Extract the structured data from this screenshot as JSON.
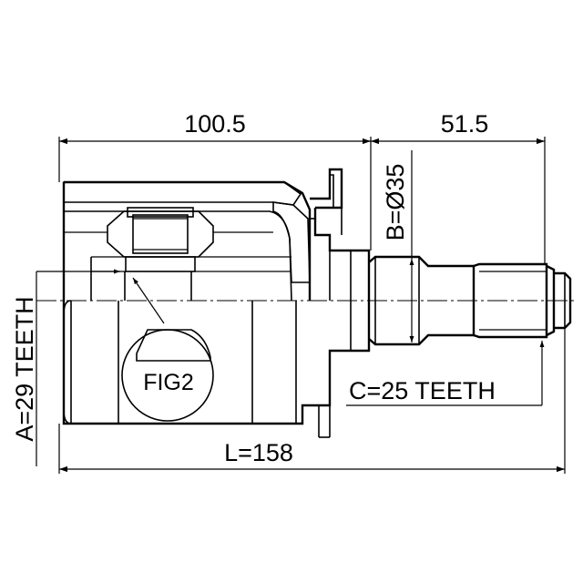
{
  "dimensions": {
    "housing_length": "100.5",
    "shaft_length": "51.5",
    "diameter_b": "B=Ø35",
    "teeth_c": "C=25 TEETH",
    "teeth_a": "A=29 TEETH",
    "overall_length": "L=158"
  },
  "figure_label": "FIG2"
}
